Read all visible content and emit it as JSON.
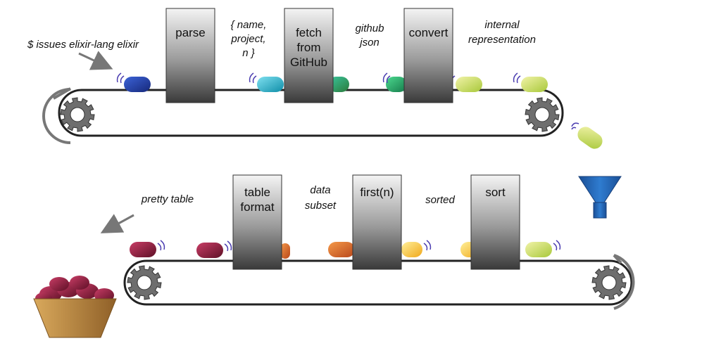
{
  "top_line": {
    "command": "$ issues elixir-lang elixir",
    "stages": [
      {
        "id": "parse",
        "lines": [
          "parse"
        ]
      },
      {
        "id": "fetch",
        "lines": [
          "fetch",
          "from",
          "GitHub"
        ]
      },
      {
        "id": "convert",
        "lines": [
          "convert"
        ]
      }
    ],
    "annotations": [
      {
        "id": "name-project-n",
        "lines": [
          "{ name,",
          "project,",
          "n }"
        ]
      },
      {
        "id": "github-json",
        "lines": [
          "github",
          "json"
        ]
      },
      {
        "id": "internal-representation",
        "lines": [
          "internal",
          "representation"
        ]
      }
    ]
  },
  "bottom_line": {
    "output": "pretty table",
    "stages": [
      {
        "id": "table-format",
        "lines": [
          "table",
          "format"
        ]
      },
      {
        "id": "first-n",
        "lines": [
          "first(n)"
        ]
      },
      {
        "id": "sort",
        "lines": [
          "sort"
        ]
      }
    ],
    "annotations": [
      {
        "id": "data-subset",
        "lines": [
          "data",
          "subset"
        ]
      },
      {
        "id": "sorted",
        "lines": [
          "sorted"
        ]
      }
    ]
  },
  "colors": {
    "bean_blue": "#1f3fa8",
    "bean_cyan": "#22b5cf",
    "bean_green": "#1ea86a",
    "bean_lime": "#c9e05a",
    "bean_yellow": "#f5c830",
    "bean_orange": "#e0692a",
    "bean_maroon": "#8c1f3c",
    "funnel": "#1f5fae",
    "basket": "#c08c44"
  }
}
